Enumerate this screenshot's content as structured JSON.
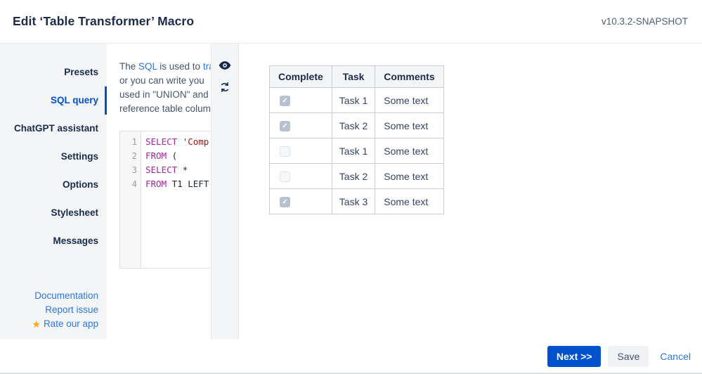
{
  "header": {
    "title": "Edit ‘Table Transformer’ Macro",
    "version": "v10.3.2-SNAPSHOT"
  },
  "sidebar": {
    "items": [
      {
        "label": "Presets",
        "selected": false
      },
      {
        "label": "SQL query",
        "selected": true
      },
      {
        "label": "ChatGPT assistant",
        "selected": false
      },
      {
        "label": "Settings",
        "selected": false
      },
      {
        "label": "Options",
        "selected": false
      },
      {
        "label": "Stylesheet",
        "selected": false
      },
      {
        "label": "Messages",
        "selected": false
      }
    ],
    "links": [
      {
        "label": "Documentation",
        "icon": null
      },
      {
        "label": "Report issue",
        "icon": null
      },
      {
        "label": "Rate our app",
        "icon": "star-icon",
        "star_glyph": "★"
      }
    ]
  },
  "editor_panel": {
    "description_lines": [
      [
        {
          "text": "The ",
          "link": false
        },
        {
          "text": "SQL",
          "link": true
        },
        {
          "text": " is used to ",
          "link": false
        },
        {
          "text": "tra",
          "link": true
        }
      ],
      [
        {
          "text": "or you can write you",
          "link": false
        }
      ],
      [
        {
          "text": "used in \"UNION\" and",
          "link": false
        }
      ],
      [
        {
          "text": "reference table colum",
          "link": false
        }
      ]
    ],
    "code": {
      "lines": [
        {
          "number": 1,
          "tokens": [
            {
              "text": "SELECT",
              "type": "k"
            },
            {
              "text": " ",
              "type": "p"
            },
            {
              "text": "'Comp",
              "type": "s"
            }
          ]
        },
        {
          "number": 2,
          "tokens": [
            {
              "text": "FROM",
              "type": "k"
            },
            {
              "text": " (",
              "type": "p"
            }
          ]
        },
        {
          "number": 3,
          "tokens": [
            {
              "text": "SELECT",
              "type": "k"
            },
            {
              "text": " *",
              "type": "p"
            }
          ]
        },
        {
          "number": 4,
          "tokens": [
            {
              "text": "FROM",
              "type": "k"
            },
            {
              "text": " T1 LEFT",
              "type": "p"
            }
          ]
        }
      ]
    }
  },
  "tools": {
    "icons": [
      {
        "name": "eye-icon"
      },
      {
        "name": "refresh-icon"
      }
    ]
  },
  "preview": {
    "table": {
      "headers": [
        "Complete",
        "Task",
        "Comments"
      ],
      "rows": [
        {
          "complete": true,
          "task": "Task 1",
          "comments": "Some text"
        },
        {
          "complete": true,
          "task": "Task 2",
          "comments": "Some text"
        },
        {
          "complete": false,
          "task": "Task 1",
          "comments": "Some text"
        },
        {
          "complete": false,
          "task": "Task 2",
          "comments": "Some text"
        },
        {
          "complete": true,
          "task": "Task 3",
          "comments": "Some text"
        }
      ],
      "check_glyph": "✓"
    }
  },
  "footer": {
    "next_label": "Next >>",
    "save_label": "Save",
    "cancel_label": "Cancel"
  },
  "colors": {
    "accent_blue": "#0052cc",
    "link_blue": "#2b77de",
    "sidebar_bg": "#f4f5f7",
    "text_navy": "#172b4d",
    "star_orange": "#ffab00",
    "code_keyword": "#a626a4",
    "code_string": "#aa1111",
    "checkbox_checked": "#b8c1ce"
  }
}
